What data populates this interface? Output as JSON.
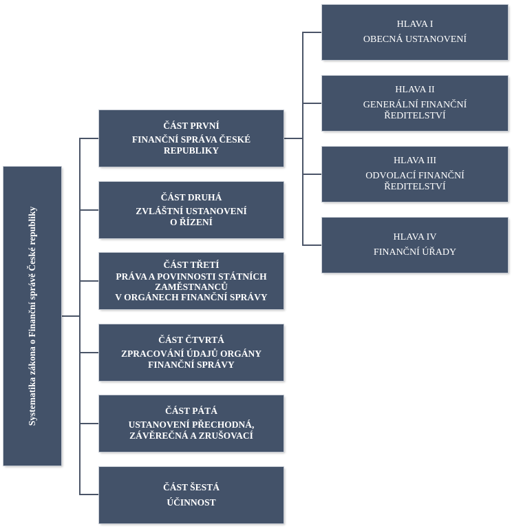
{
  "root": {
    "label": "Systematika zákona o Finanční správě České republiky"
  },
  "parts": [
    {
      "title": "ČÁST PRVNÍ",
      "lines": [
        "FINANČNÍ SPRÁVA ČESKÉ",
        "REPUBLIKY"
      ]
    },
    {
      "title": "ČÁST DRUHÁ",
      "lines": [
        "ZVLÁŠTNÍ USTANOVENÍ",
        "O ŘÍZENÍ"
      ]
    },
    {
      "title": "ČÁST TŘETÍ",
      "lines": [
        "PRÁVA A POVINNOSTI STÁTNÍCH",
        "ZAMĚSTNANCŮ",
        "V ORGÁNECH FINANČNÍ SPRÁVY"
      ]
    },
    {
      "title": "ČÁST ČTVRTÁ",
      "lines": [
        "ZPRACOVÁNÍ ÚDAJŮ ORGÁNY",
        "FINANČNÍ SPRÁVY"
      ]
    },
    {
      "title": "ČÁST PÁTÁ",
      "lines": [
        "USTANOVENÍ PŘECHODNÁ,",
        "ZÁVĚREČNÁ A ZRUŠOVACÍ"
      ]
    },
    {
      "title": "ČÁST ŠESTÁ",
      "lines": [
        "ÚČINNOST"
      ]
    }
  ],
  "chapters": [
    {
      "title": "HLAVA I",
      "lines": [
        "OBECNÁ USTANOVENÍ"
      ]
    },
    {
      "title": "HLAVA II",
      "lines": [
        "GENERÁLNÍ FINANČNÍ",
        "ŘEDITELSTVÍ"
      ]
    },
    {
      "title": "HLAVA III",
      "lines": [
        "ODVOLACÍ FINANČNÍ",
        "ŘEDITELSTVÍ"
      ]
    },
    {
      "title": "HLAVA IV",
      "lines": [
        "FINANČNÍ ÚŘADY"
      ]
    }
  ]
}
